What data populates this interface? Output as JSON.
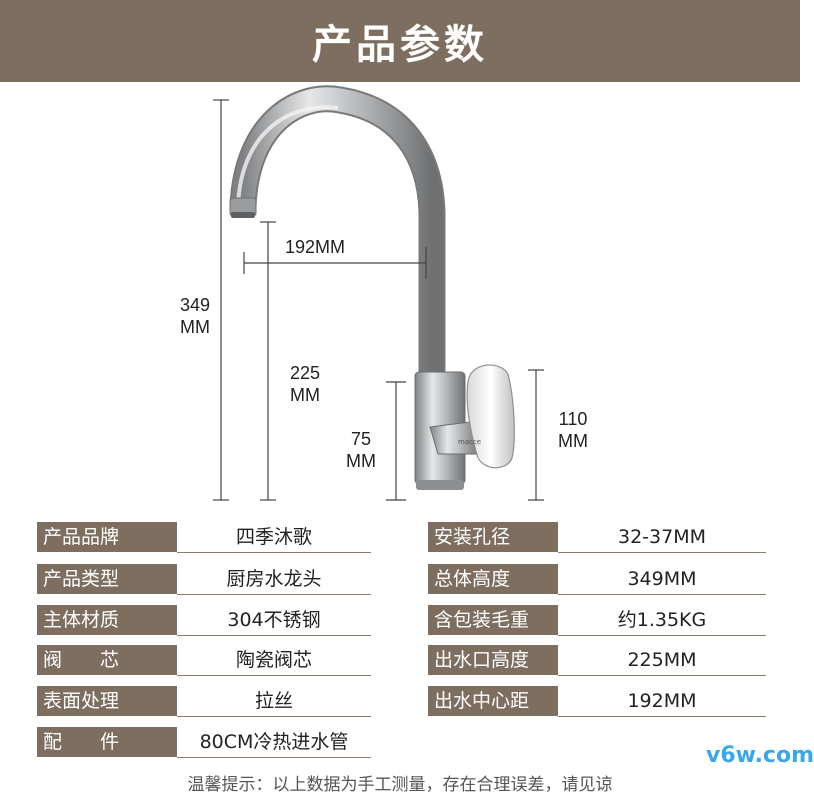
{
  "header": {
    "title": "产品参数"
  },
  "dimensions": {
    "width_label": "192MM",
    "total_height_value": "349",
    "total_height_unit": "MM",
    "spout_height_value": "225",
    "spout_height_unit": "MM",
    "base_height_value": "75",
    "base_height_unit": "MM",
    "handle_height_value": "110",
    "handle_height_unit": "MM"
  },
  "faucet_brand_text": "macce",
  "specs_left": [
    {
      "label": "产品品牌",
      "value": "四季沐歌"
    },
    {
      "label": "产品类型",
      "value": "厨房水龙头"
    },
    {
      "label": "主体材质",
      "value": "304不锈钢"
    },
    {
      "label": "阀　　芯",
      "value": "陶瓷阀芯"
    },
    {
      "label": "表面处理",
      "value": "拉丝"
    },
    {
      "label": "配　　件",
      "value": "80CM冷热进水管"
    }
  ],
  "specs_right": [
    {
      "label": "安装孔径",
      "value": "32-37MM"
    },
    {
      "label": "总体高度",
      "value": "349MM"
    },
    {
      "label": "含包装毛重",
      "value": "约1.35KG"
    },
    {
      "label": "出水口高度",
      "value": "225MM"
    },
    {
      "label": "出水中心距",
      "value": "192MM"
    }
  ],
  "watermark": "v6w.com",
  "footnote": "温馨提示：以上数据为手工测量，存在合理误差，请见谅",
  "colors": {
    "banner": "#7d6e5f",
    "watermark": "#3aa8e8"
  }
}
